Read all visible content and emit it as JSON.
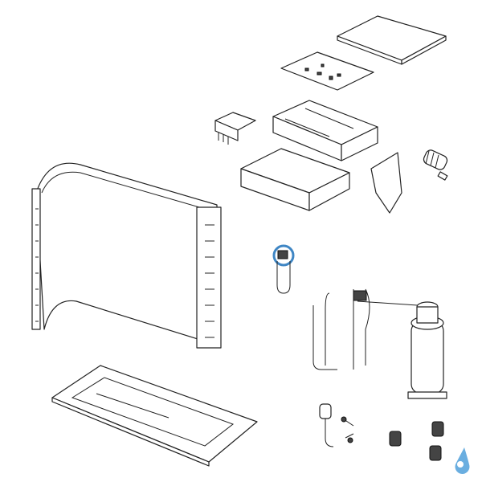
{
  "diagram": {
    "type": "exploded-parts-view",
    "highlighted_part": "expansion-valve",
    "colors": {
      "line": "#222222",
      "highlight": "#3f86c4",
      "logo": "#6aaee0",
      "background": "#ffffff"
    },
    "icons": {
      "logo": "water-drop-logo"
    }
  }
}
